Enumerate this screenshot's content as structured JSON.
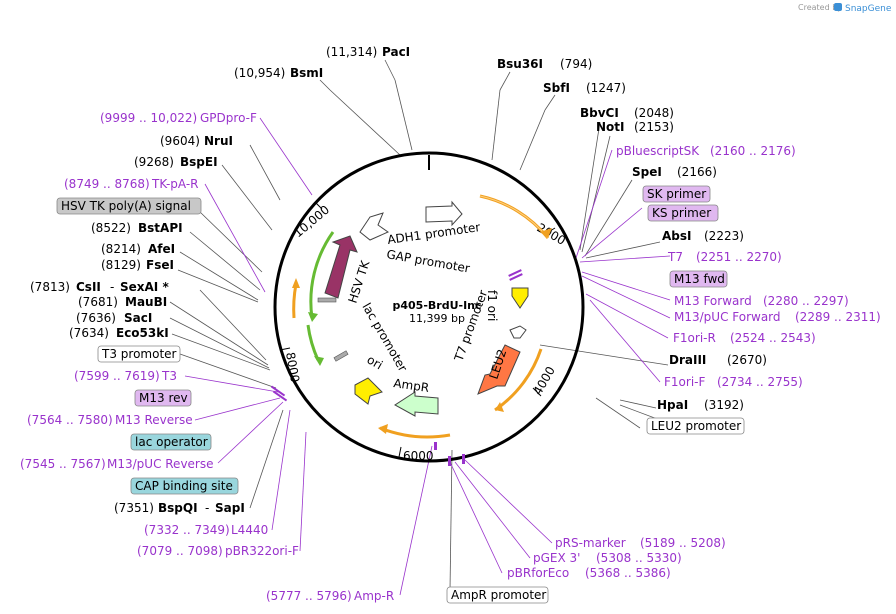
{
  "brand": {
    "created_by": "Created by",
    "name": "SnapGene"
  },
  "center": {
    "title": "p405-BrdU-Inc",
    "size": "11,399 bp"
  },
  "ticks": [
    "2000",
    "4000",
    "6000",
    "8000",
    "10,000"
  ],
  "enzymes_top": [
    {
      "name": "PacI",
      "pos": "(11,314)"
    },
    {
      "name": "BsmI",
      "pos": "(10,954)"
    },
    {
      "name": "Bsu36I",
      "pos": "(794)"
    },
    {
      "name": "SbfI",
      "pos": "(1247)"
    },
    {
      "name": "BbvCI",
      "pos": "(2048)"
    },
    {
      "name": "NotI",
      "pos": "(2153)"
    },
    {
      "name": "SpeI",
      "pos": "(2166)"
    },
    {
      "name": "AbsI",
      "pos": "(2223)"
    },
    {
      "name": "DraIII",
      "pos": "(2670)"
    },
    {
      "name": "HpaI",
      "pos": "(3192)"
    }
  ],
  "enzymes_left": [
    {
      "name": "NruI",
      "pos": "(9604)"
    },
    {
      "name": "BspEI",
      "pos": "(9268)"
    },
    {
      "name": "BstAPI",
      "pos": "(8522)"
    },
    {
      "name": "AfeI",
      "pos": "(8214)"
    },
    {
      "name": "FseI",
      "pos": "(8129)"
    },
    {
      "name": "MauBI",
      "pos": "(7681)"
    },
    {
      "name": "SacI",
      "pos": "(7636)"
    },
    {
      "name": "Eco53kI",
      "pos": "(7634)"
    }
  ],
  "csii_row": {
    "pos": "(7813)",
    "name1": "CsII",
    "sep": "-",
    "name2": "SexAI *"
  },
  "bspqi_row": {
    "pos": "(7351)",
    "name1": "BspQI",
    "sep": "-",
    "name2": "SapI"
  },
  "primers_right": [
    {
      "name": "pBluescriptSK",
      "range": "(2160 .. 2176)"
    },
    {
      "name": "T7",
      "range": "(2251 .. 2270)"
    },
    {
      "name": "M13 Forward",
      "range": "(2280 .. 2297)"
    },
    {
      "name": "M13/pUC Forward",
      "range": "(2289 .. 2311)"
    },
    {
      "name": "F1ori-R",
      "range": "(2524 .. 2543)"
    },
    {
      "name": "F1ori-F",
      "range": "(2734 .. 2755)"
    }
  ],
  "primers_left": [
    {
      "name": "GPDpro-F",
      "range": "(9999 .. 10,022)"
    },
    {
      "name": "TK-pA-R",
      "range": "(8749 .. 8768)"
    },
    {
      "name": "T3",
      "range": "(7599 .. 7619)"
    },
    {
      "name": "M13 Reverse",
      "range": "(7564 .. 7580)"
    },
    {
      "name": "M13/pUC Reverse",
      "range": "(7545 .. 7567)"
    },
    {
      "name": "L4440",
      "range": "(7332 .. 7349)"
    },
    {
      "name": "pBR322ori-F",
      "range": "(7079 .. 7098)"
    },
    {
      "name": "Amp-R",
      "range": "(5777 .. 5796)"
    }
  ],
  "primers_bottom": [
    {
      "name": "pRS-marker",
      "range": "(5189 .. 5208)"
    },
    {
      "name": "pGEX 3'",
      "range": "(5308 .. 5330)"
    },
    {
      "name": "pBRforEco",
      "range": "(5368 .. 5386)"
    }
  ],
  "boxes": {
    "sk_primer": "SK primer",
    "ks_primer": "KS primer",
    "m13_fwd": "M13 fwd",
    "leu2_promoter": "LEU2 promoter",
    "ampr_promoter": "AmpR promoter",
    "hsv_tk_polya": "HSV TK poly(A) signal",
    "t3_promoter": "T3 promoter",
    "m13_rev": "M13 rev",
    "lac_operator": "lac operator",
    "cap_site": "CAP binding site"
  },
  "features": {
    "adh1_promoter": "ADH1 promoter",
    "gap_promoter": "GAP promoter",
    "f1_ori": "f1 ori",
    "t7_promoter": "T7 promoter",
    "leu2": "LEU2",
    "ampr": "AmpR",
    "ori": "ori",
    "lac_promoter": "lac promoter",
    "hsv_tk": "HSV TK"
  },
  "colors": {
    "primer": "#9933cc",
    "hsv_tk": "#993366",
    "leu2": "#ff7744",
    "f1ori": "#ffee00",
    "ori": "#ffee00",
    "ampr": "#ccffcc",
    "promoter": "#ffffff",
    "orange_arc": "#f0a020",
    "green_arc": "#66bb33",
    "box_purple": "#e0b8f0",
    "box_gray": "#c8c8c8",
    "box_teal": "#99d6dd"
  }
}
